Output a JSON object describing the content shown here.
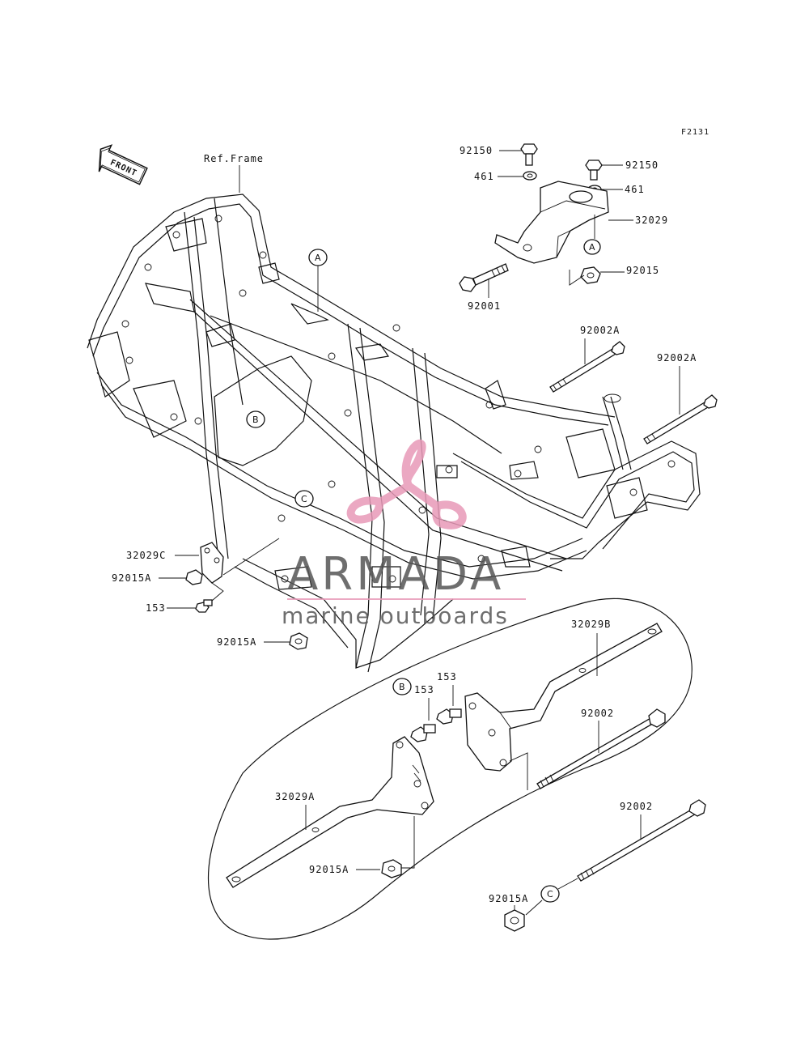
{
  "figure_id": "F2131",
  "front_arrow_label": "FRONT",
  "ref_label": "Ref.Frame",
  "callouts": {
    "a": "A",
    "b": "B",
    "c": "C"
  },
  "parts": {
    "bolt_92150": "92150",
    "washer_461": "461",
    "bracket_32029": "32029",
    "nut_92015": "92015",
    "bolt_92001": "92001",
    "bolt_92002A": "92002A",
    "bracket_32029C": "32029C",
    "nut_92015A": "92015A",
    "bolt_153": "153",
    "bracket_32029B": "32029B",
    "bolt_92002": "92002",
    "bracket_32029A": "32029A"
  },
  "watermark": {
    "brand": "ARMADA",
    "tagline": "marine outboards",
    "color": "#e89ab8"
  }
}
